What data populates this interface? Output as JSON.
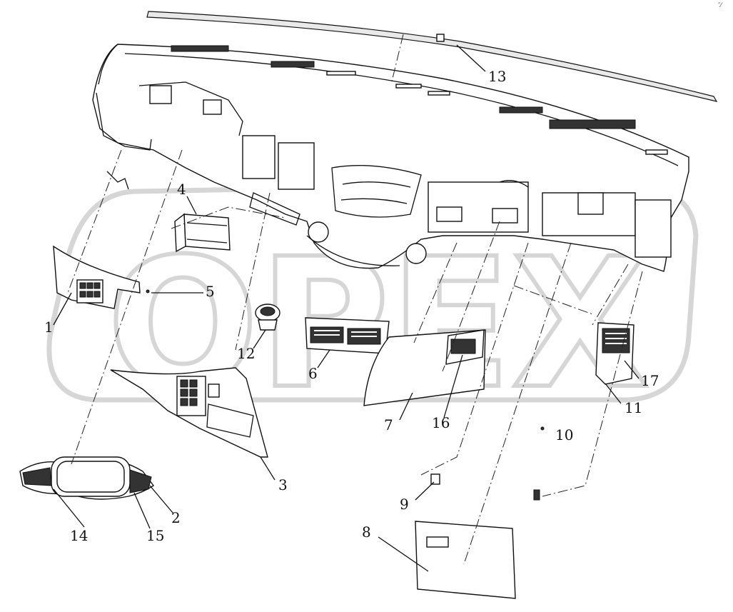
{
  "diagram": {
    "callouts": [
      "1",
      "2",
      "3",
      "4",
      "5",
      "6",
      "7",
      "8",
      "9",
      "10",
      "11",
      "12",
      "13",
      "14",
      "15",
      "16",
      "17"
    ],
    "corner_mark": "″⁄",
    "watermark_text": "OPEX",
    "colors": {
      "line": "#111111",
      "fill": "#ffffff",
      "watermark": "#d6d6d6",
      "shade": "#e9e9e9"
    }
  }
}
